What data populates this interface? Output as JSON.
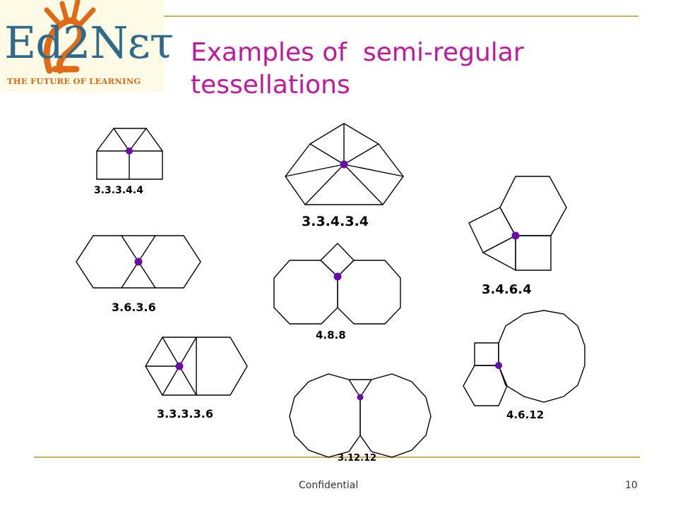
{
  "logo": {
    "text": "Ed2Nετ",
    "tagline": "THE FUTURE OF LEARNING"
  },
  "title": {
    "line1": "Examples of  semi-regular",
    "line2": "tessellations"
  },
  "diagrams": [
    {
      "label": "3.3.3.4.4"
    },
    {
      "label": "3.3.4.3.4"
    },
    {
      "label": "3.4.6.4"
    },
    {
      "label": "3.6.3.6"
    },
    {
      "label": "4.8.8"
    },
    {
      "label": "3.3.3.3.6"
    },
    {
      "label": "3.12.12"
    },
    {
      "label": "4.6.12"
    }
  ],
  "footer": {
    "left": "Confidential",
    "page": "10"
  },
  "colors": {
    "title": "#c0189f",
    "rule": "#c8b254",
    "vertex_dot": "#6a0aa8",
    "logo_blue": "#2f6a8a",
    "logo_orange": "#e06a16"
  }
}
